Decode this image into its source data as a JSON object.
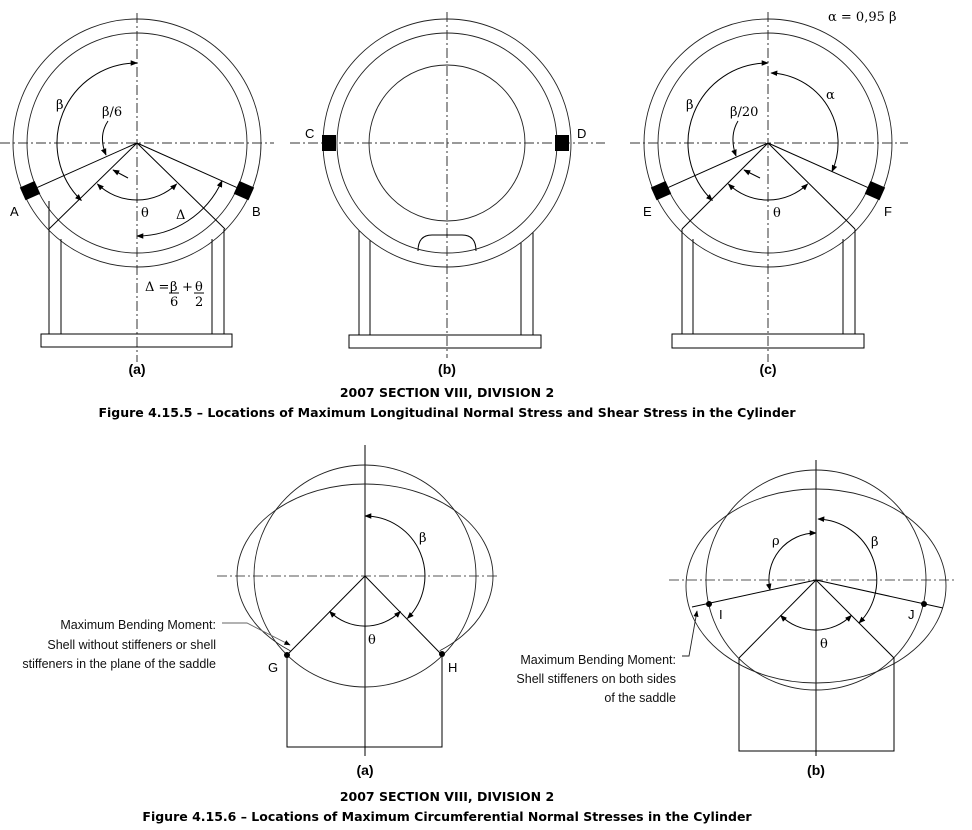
{
  "fig_4_15_5": {
    "header": "2007 SECTION VIII, DIVISION 2",
    "title": "Figure 4.15.5 – Locations of Maximum Longitudinal Normal Stress and Shear Stress in the Cylinder",
    "panel_a": {
      "caption": "(a)",
      "point_left": "A",
      "point_right": "B",
      "beta": "β",
      "beta_fraction": "β/6",
      "theta": "θ",
      "delta": "Δ",
      "formula": {
        "lhs": "Δ =",
        "num1": "β",
        "den1": "6",
        "plus": "+",
        "num2": "θ",
        "den2": "2"
      }
    },
    "panel_b": {
      "caption": "(b)",
      "point_left": "C",
      "point_right": "D"
    },
    "panel_c": {
      "caption": "(c)",
      "point_left": "E",
      "point_right": "F",
      "beta": "β",
      "beta_fraction": "β/20",
      "theta": "θ",
      "alpha": "α",
      "alpha_relation": "α = 0,95 β"
    }
  },
  "fig_4_15_6": {
    "header": "2007 SECTION VIII, DIVISION 2",
    "title": "Figure 4.15.6  – Locations of Maximum Circumferential Normal Stresses in the Cylinder",
    "panel_a": {
      "caption": "(a)",
      "point_left": "G",
      "point_right": "H",
      "beta": "β",
      "theta": "θ",
      "note": [
        "Maximum Bending Moment:",
        "Shell without stiffeners or shell",
        "stiffeners in the plane of the saddle"
      ]
    },
    "panel_b": {
      "caption": "(b)",
      "point_left": "I",
      "point_right": "J",
      "rho": "ρ",
      "beta": "β",
      "theta": "θ",
      "note": [
        "Maximum Bending Moment:",
        "Shell stiffeners on both sides",
        "of the saddle"
      ]
    }
  }
}
